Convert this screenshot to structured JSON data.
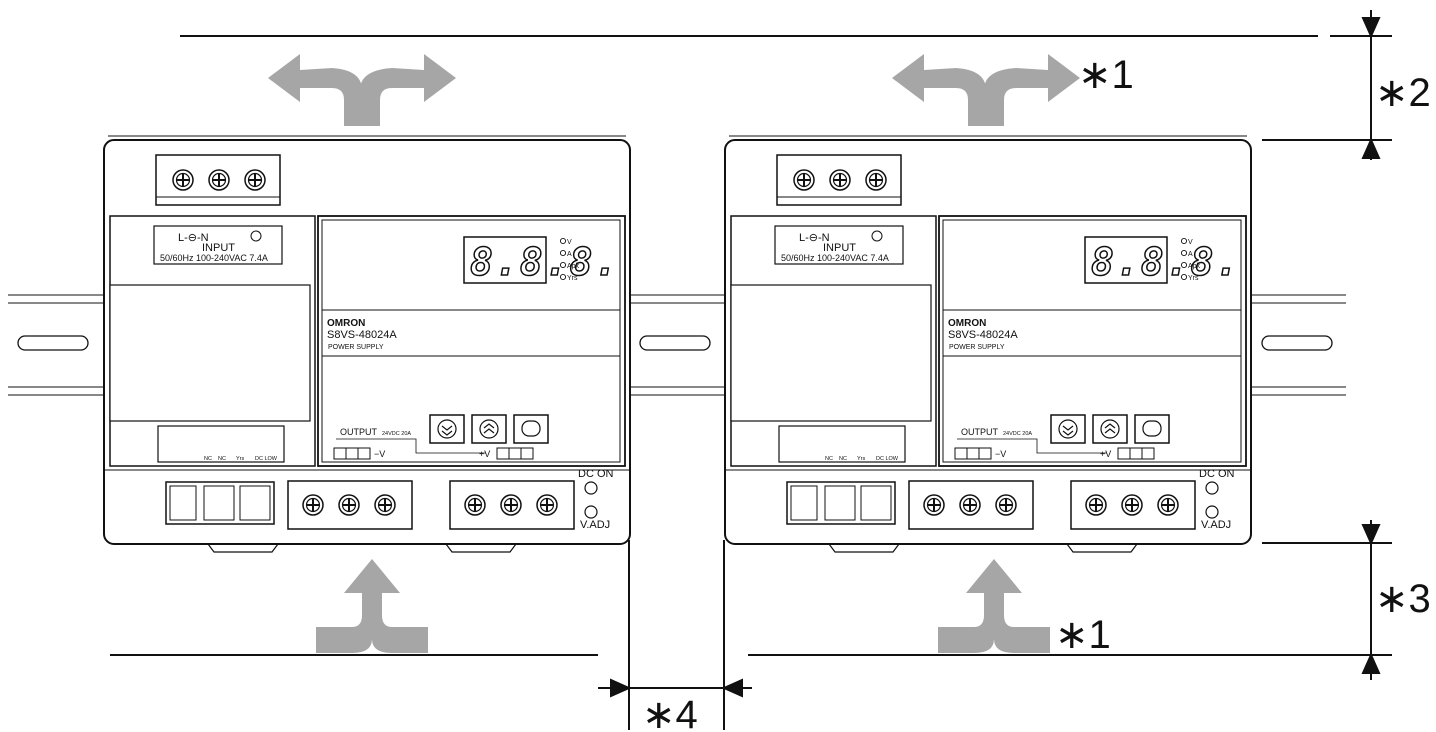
{
  "annotations": {
    "note1": "∗1",
    "note2": "∗2",
    "note3": "∗3",
    "note4": "∗4"
  },
  "units": [
    {
      "input_symbol": "L-⊖-N",
      "input_label": "INPUT",
      "input_rating": "50/60Hz 100-240VAC 7.4A",
      "brand": "omron",
      "model": "S8VS-48024A",
      "product": "POWER SUPPLY",
      "display": "8.8.8.",
      "indicators": [
        "V",
        "A",
        "Apk",
        "Yrs"
      ],
      "output_label": "OUTPUT",
      "output_rating": "24VDC 20A",
      "minus_v": "−V",
      "plus_v": "+V",
      "relay_labels": [
        "NC",
        "NC",
        "Yrs",
        "DC LOW"
      ],
      "dc_on": "DC ON",
      "v_adj": "V.ADJ"
    },
    {
      "input_symbol": "L-⊖-N",
      "input_label": "INPUT",
      "input_rating": "50/60Hz 100-240VAC 7.4A",
      "brand": "omron",
      "model": "S8VS-48024A",
      "product": "POWER SUPPLY",
      "display": "8.8.8.",
      "indicators": [
        "V",
        "A",
        "Apk",
        "Yrs"
      ],
      "output_label": "OUTPUT",
      "output_rating": "24VDC 20A",
      "minus_v": "−V",
      "plus_v": "+V",
      "relay_labels": [
        "NC",
        "NC",
        "Yrs",
        "DC LOW"
      ],
      "dc_on": "DC ON",
      "v_adj": "V.ADJ"
    }
  ],
  "colors": {
    "line": "#111111",
    "arrow": "#a6a6a6",
    "body": "#ffffff"
  }
}
